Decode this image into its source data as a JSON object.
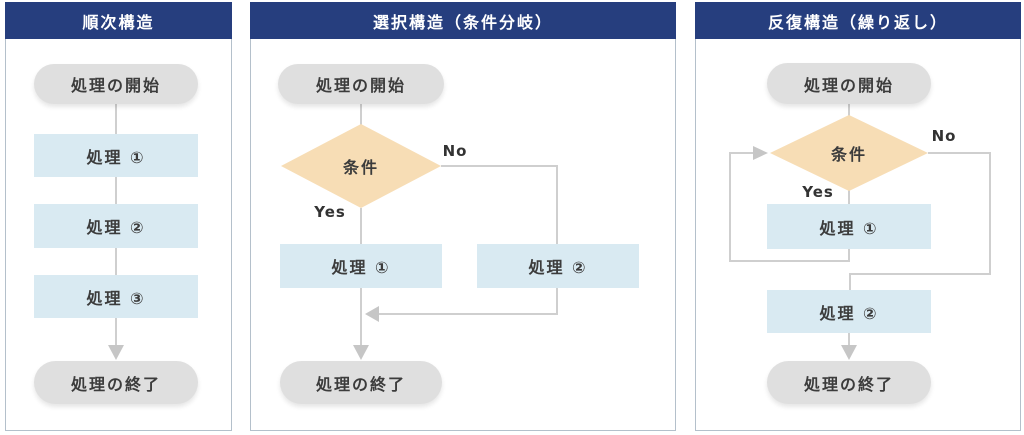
{
  "colors": {
    "header_bg": "#263e7e",
    "header_text": "#ffffff",
    "process_box_bg": "#d9eaf2",
    "terminal_pill_bg": "#dfdfdf",
    "decision_diamond_bg": "#f7ddb5",
    "connector_line": "#cfcfcf",
    "arrowhead": "#c6c6c6",
    "panel_border": "#b4c0cb",
    "node_text": "#3c3c3c"
  },
  "panels": [
    {
      "title": "順次構造",
      "start": "処理の開始",
      "steps": [
        "処理 ①",
        "処理 ②",
        "処理 ③"
      ],
      "end": "処理の終了"
    },
    {
      "title": "選択構造（条件分岐）",
      "start": "処理の開始",
      "condition": "条件",
      "yes_label": "Yes",
      "no_label": "No",
      "steps": [
        "処理 ①",
        "処理 ②"
      ],
      "end": "処理の終了"
    },
    {
      "title": "反復構造（繰り返し）",
      "start": "処理の開始",
      "condition": "条件",
      "yes_label": "Yes",
      "no_label": "No",
      "steps": [
        "処理 ①",
        "処理 ②"
      ],
      "end": "処理の終了"
    }
  ]
}
